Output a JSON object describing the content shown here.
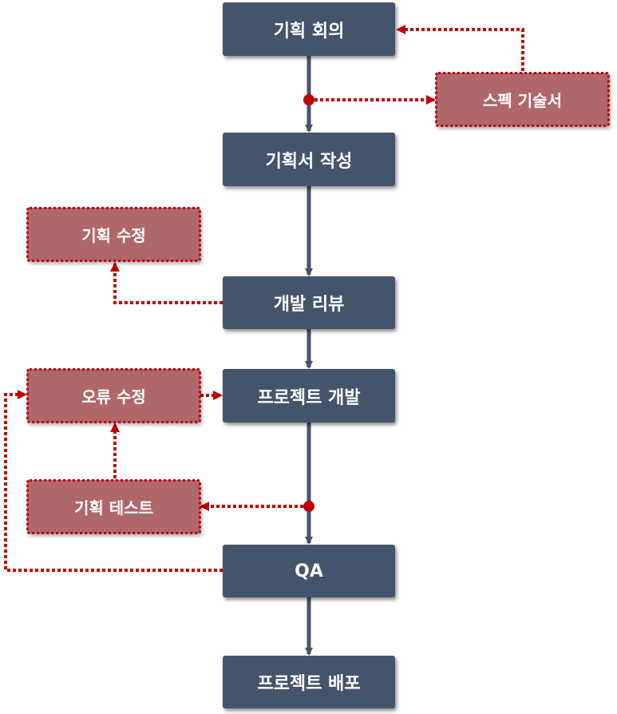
{
  "nodes": {
    "planning_meeting": "기획 회의",
    "spec_doc": "스펙 기술서",
    "plan_writing": "기획서 작성",
    "plan_revision": "기획 수정",
    "dev_review": "개발 리뷰",
    "bug_fix": "오류 수정",
    "project_dev": "프로젝트 개발",
    "plan_test": "기획 테스트",
    "qa": "QA",
    "project_deploy": "프로젝트 배포"
  },
  "colors": {
    "primary_node": "#44546a",
    "secondary_node": "#b0676a",
    "secondary_border": "#c00000",
    "main_arrow": "#44546a",
    "dotted_arrow": "#c00000"
  }
}
